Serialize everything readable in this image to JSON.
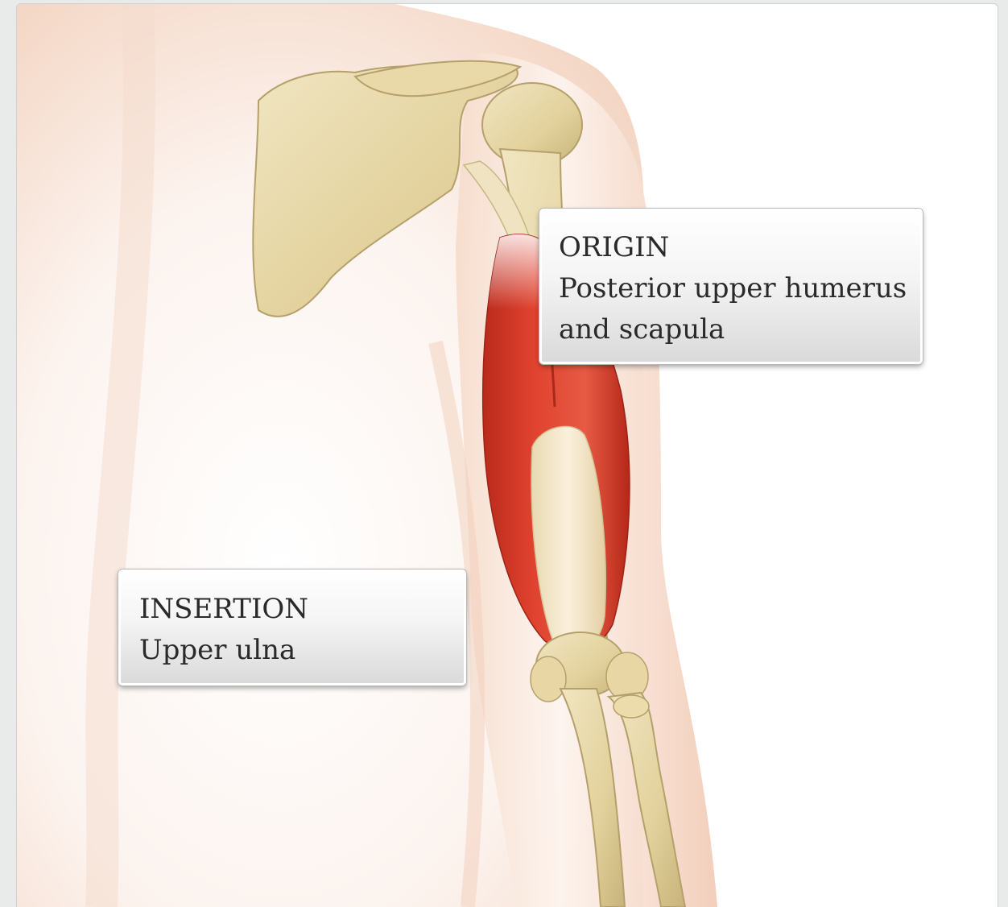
{
  "origin_callout": {
    "heading": "ORIGIN",
    "line1": "Posterior upper humerus",
    "line2": "and scapula"
  },
  "insertion_callout": {
    "heading": "INSERTION",
    "line1": "Upper ulna"
  },
  "colors": {
    "muscle": "#e0432f",
    "bone": "#e6d7a4",
    "skin": "#f7dccb",
    "callout_text": "#2a2a2a"
  }
}
